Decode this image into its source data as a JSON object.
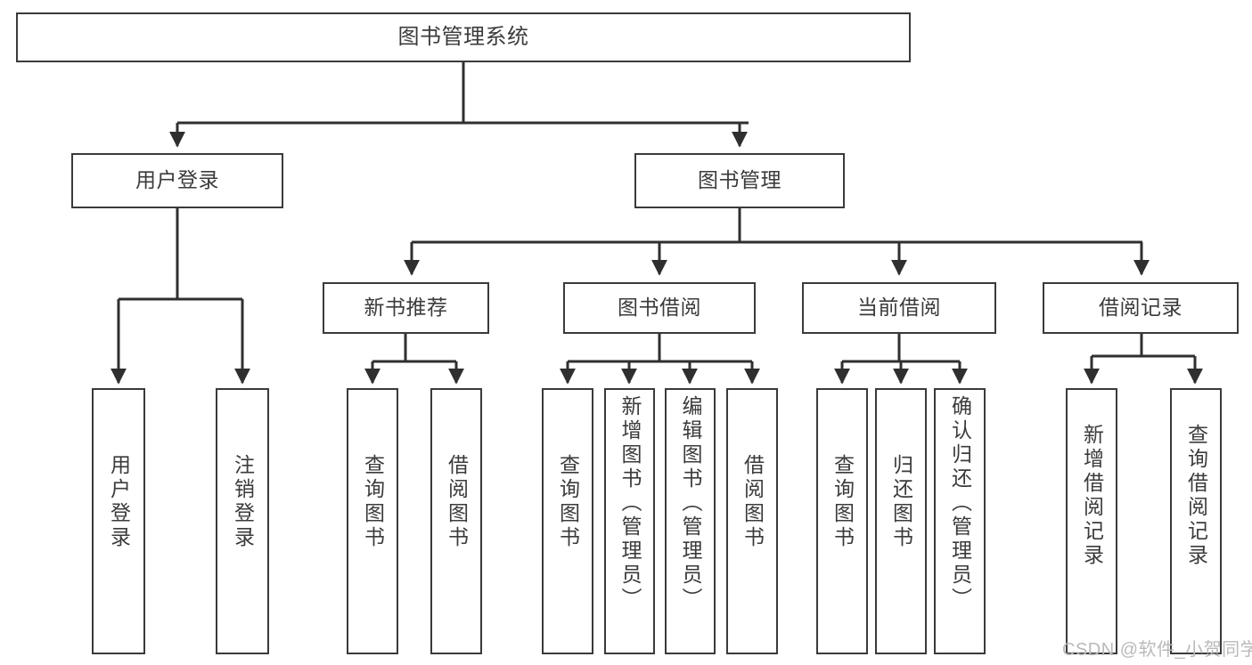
{
  "diagram": {
    "title": "图书管理系统",
    "type": "tree",
    "watermark": "CSDN @软件_小贺同学",
    "colors": {
      "box_border": "#3a3a3a",
      "text": "#3b3b3b",
      "connector": "#2f2f2f",
      "background": "#ffffff",
      "watermark": "#b9b9b9"
    },
    "levels": {
      "root": [
        "图书管理系统"
      ],
      "level2": [
        "用户登录",
        "图书管理"
      ],
      "level3": [
        "新书推荐",
        "图书借阅",
        "当前借阅",
        "借阅记录"
      ],
      "leaves": [
        "用户登录",
        "注销登录",
        "查询图书",
        "借阅图书",
        "查询图书",
        "新增图书（管理员）",
        "编辑图书（管理员）",
        "借阅图书",
        "查询图书",
        "归还图书",
        "确认归还（管理员）",
        "新增借阅记录",
        "查询借阅记录"
      ]
    },
    "nodes": {
      "root": {
        "label": "图书管理系统"
      },
      "user_login": {
        "label": "用户登录"
      },
      "book_manage": {
        "label": "图书管理"
      },
      "new_book_rec": {
        "label": "新书推荐"
      },
      "book_borrow": {
        "label": "图书借阅"
      },
      "current_borrow": {
        "label": "当前借阅"
      },
      "borrow_record": {
        "label": "借阅记录"
      },
      "leaf_user_login": {
        "label": "用户登录"
      },
      "leaf_logout": {
        "label": "注销登录"
      },
      "leaf_query_book_1": {
        "label": "查询图书"
      },
      "leaf_borrow_book_1": {
        "label": "借阅图书"
      },
      "leaf_query_book_2": {
        "label": "查询图书"
      },
      "leaf_add_book": {
        "label": "新增图书（管理员）"
      },
      "leaf_edit_book": {
        "label": "编辑图书（管理员）"
      },
      "leaf_borrow_book_2": {
        "label": "借阅图书"
      },
      "leaf_query_book_3": {
        "label": "查询图书"
      },
      "leaf_return_book": {
        "label": "归还图书"
      },
      "leaf_confirm_return": {
        "label": "确认归还（管理员）"
      },
      "leaf_add_record": {
        "label": "新增借阅记录"
      },
      "leaf_query_record": {
        "label": "查询借阅记录"
      }
    },
    "edges": [
      {
        "from": "root",
        "to": "user_login"
      },
      {
        "from": "root",
        "to": "book_manage"
      },
      {
        "from": "user_login",
        "to": "leaf_user_login"
      },
      {
        "from": "user_login",
        "to": "leaf_logout"
      },
      {
        "from": "book_manage",
        "to": "new_book_rec"
      },
      {
        "from": "book_manage",
        "to": "book_borrow"
      },
      {
        "from": "book_manage",
        "to": "current_borrow"
      },
      {
        "from": "book_manage",
        "to": "borrow_record"
      },
      {
        "from": "new_book_rec",
        "to": "leaf_query_book_1"
      },
      {
        "from": "new_book_rec",
        "to": "leaf_borrow_book_1"
      },
      {
        "from": "book_borrow",
        "to": "leaf_query_book_2"
      },
      {
        "from": "book_borrow",
        "to": "leaf_add_book"
      },
      {
        "from": "book_borrow",
        "to": "leaf_edit_book"
      },
      {
        "from": "book_borrow",
        "to": "leaf_borrow_book_2"
      },
      {
        "from": "current_borrow",
        "to": "leaf_query_book_3"
      },
      {
        "from": "current_borrow",
        "to": "leaf_return_book"
      },
      {
        "from": "current_borrow",
        "to": "leaf_confirm_return"
      },
      {
        "from": "borrow_record",
        "to": "leaf_add_record"
      },
      {
        "from": "borrow_record",
        "to": "leaf_query_record"
      }
    ]
  }
}
